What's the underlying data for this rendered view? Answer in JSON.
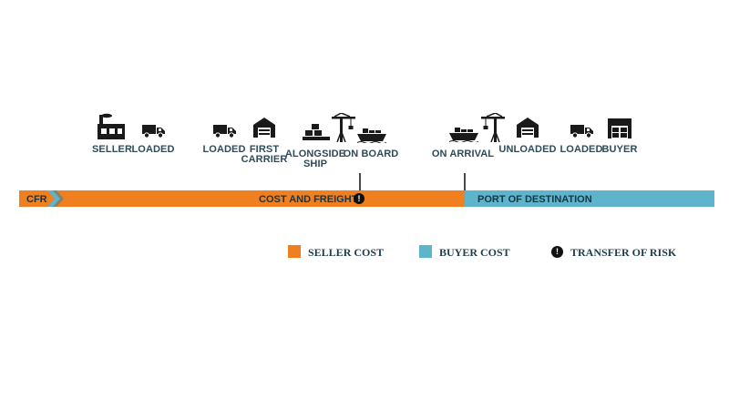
{
  "stages": [
    {
      "label": "SELLER",
      "icon": "factory-icon"
    },
    {
      "label": "LOADED",
      "icon": "truck-icon"
    },
    {
      "label": "LOADED",
      "icon": "truck-icon"
    },
    {
      "label": "FIRST\nCARRIER",
      "icon": "warehouse-icon"
    },
    {
      "label": "ALONGSIDE\nSHIP",
      "icon": "forklift-boxes-icon"
    },
    {
      "label": "ON BOARD",
      "icon": "crane-ship-icon"
    },
    {
      "label": "ON ARRIVAL",
      "icon": "ship-crane-icon"
    },
    {
      "label": "UNLOADED",
      "icon": "warehouse-icon"
    },
    {
      "label": "LOADED",
      "icon": "truck-icon"
    },
    {
      "label": "BUYER",
      "icon": "buyer-warehouse-icon"
    }
  ],
  "timeline": {
    "term": "CFR",
    "seller_segment": "COST AND FREIGHT",
    "buyer_segment": "PORT OF DESTINATION",
    "risk_symbol": "!"
  },
  "legend": {
    "seller_cost": "SELLER COST",
    "buyer_cost": "BUYER COST",
    "transfer_of_risk": "TRANSFER OF RISK",
    "risk_symbol": "!"
  },
  "colors": {
    "seller": "#ef7f1f",
    "buyer": "#5db4cb",
    "label_text": "#2e4b5a",
    "risk": "#111111"
  }
}
